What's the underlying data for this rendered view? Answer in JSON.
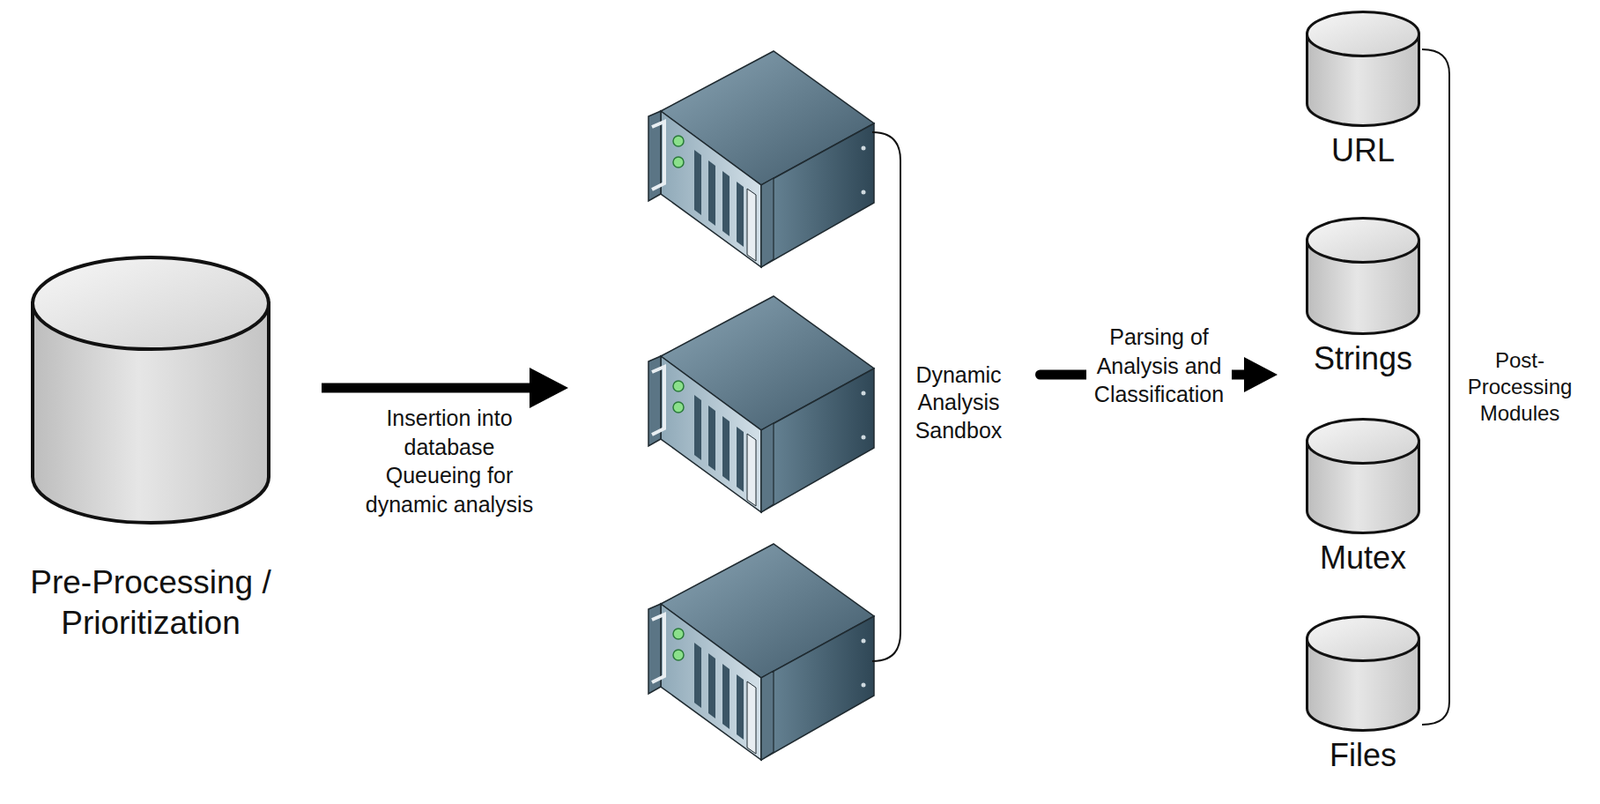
{
  "diagram": {
    "nodes": [
      {
        "text": [
          "Pre-Processing / Prioritization"
        ]
      },
      {
        "text": [
          "Dynamic Analysis Sandbox"
        ]
      },
      {
        "text": [
          "Post-Processing Modules"
        ]
      },
      {
        "text": [
          "URL"
        ],
        "in": 2
      },
      {
        "text": [
          "Strings"
        ],
        "in": 2
      },
      {
        "text": [
          "Mutex"
        ],
        "in": 2
      },
      {
        "text": [
          "Files"
        ],
        "in": 2
      }
    ],
    "edges": [
      {
        "from": 0,
        "to": 1,
        "arrow": "to",
        "label": "Insertion into database Queueing for dynamic analysis"
      },
      {
        "from": 1,
        "to": 2,
        "arrow": "to",
        "label": "Parsing of Analysis and Classification"
      }
    ]
  }
}
